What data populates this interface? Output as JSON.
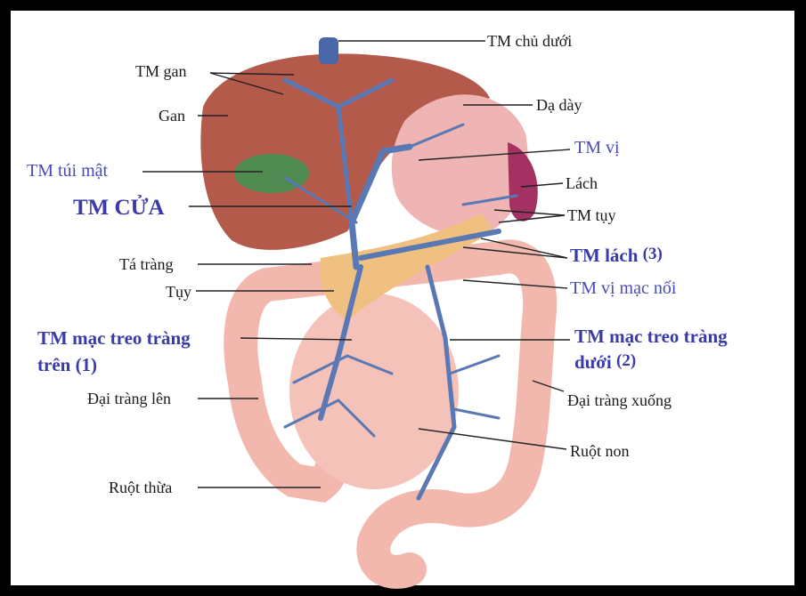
{
  "labels": {
    "ivc": "TM chủ dưới",
    "hepatic_vein": "TM gan",
    "liver": "Gan",
    "stomach": "Dạ dày",
    "gastric_vein": "TM vị",
    "cystic_vein": "TM túi mật",
    "spleen": "Lách",
    "portal_vein": "TM CỬA",
    "pancreatic_vein": "TM tụy",
    "duodenum": "Tá tràng",
    "splenic_vein": "TM lách",
    "splenic_vein_num": "(3)",
    "pancreas": "Tụy",
    "gastroepiploic_vein": "TM vị mạc nối",
    "smv_line1": "TM mạc treo tràng",
    "smv_line2": "trên (1)",
    "imv_line1": "TM mạc treo tràng",
    "imv_line2": "dưới",
    "imv_num": "(2)",
    "ascending_colon": "Đại tràng lên",
    "descending_colon": "Đại tràng xuống",
    "small_intestine": "Ruột non",
    "appendix": "Ruột thừa"
  },
  "colors": {
    "vein": "#5a78b4",
    "liver": "#b0584a",
    "stomach": "#eeb0b0",
    "spleen": "#a03060",
    "intestine": "#f0b8b0",
    "label_blue": "#3a3aa8"
  }
}
